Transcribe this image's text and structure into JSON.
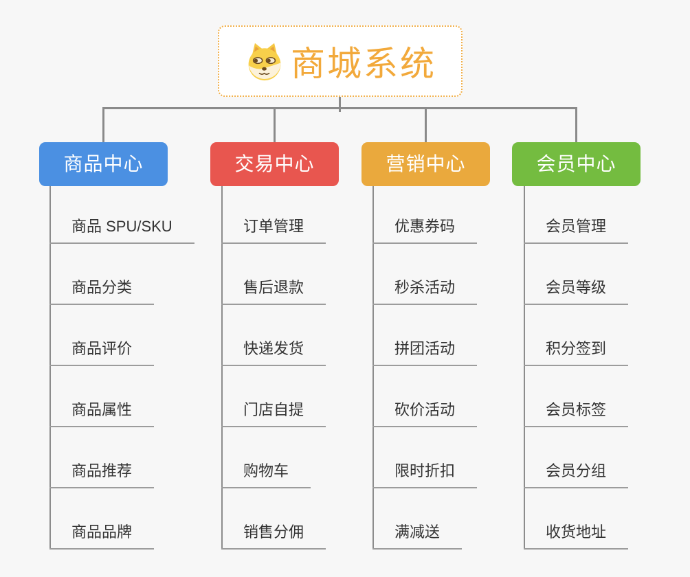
{
  "page": {
    "background": "#f7f7f7",
    "connector_color": "#8a8a8a"
  },
  "root": {
    "title": "商城系统",
    "icon": "doge-icon",
    "text_color": "#f2a93b",
    "border_color": "#f2b14c"
  },
  "branches": [
    {
      "label": "商品中心",
      "color": "#4b90e2",
      "items": [
        "商品 SPU/SKU",
        "商品分类",
        "商品评价",
        "商品属性",
        "商品推荐",
        "商品品牌"
      ]
    },
    {
      "label": "交易中心",
      "color": "#e8564f",
      "items": [
        "订单管理",
        "售后退款",
        "快递发货",
        "门店自提",
        "购物车",
        "销售分佣"
      ]
    },
    {
      "label": "营销中心",
      "color": "#eaa93d",
      "items": [
        "优惠券码",
        "秒杀活动",
        "拼团活动",
        "砍价活动",
        "限时折扣",
        "满减送"
      ]
    },
    {
      "label": "会员中心",
      "color": "#74bc40",
      "items": [
        "会员管理",
        "会员等级",
        "积分签到",
        "会员标签",
        "会员分组",
        "收货地址"
      ]
    }
  ]
}
